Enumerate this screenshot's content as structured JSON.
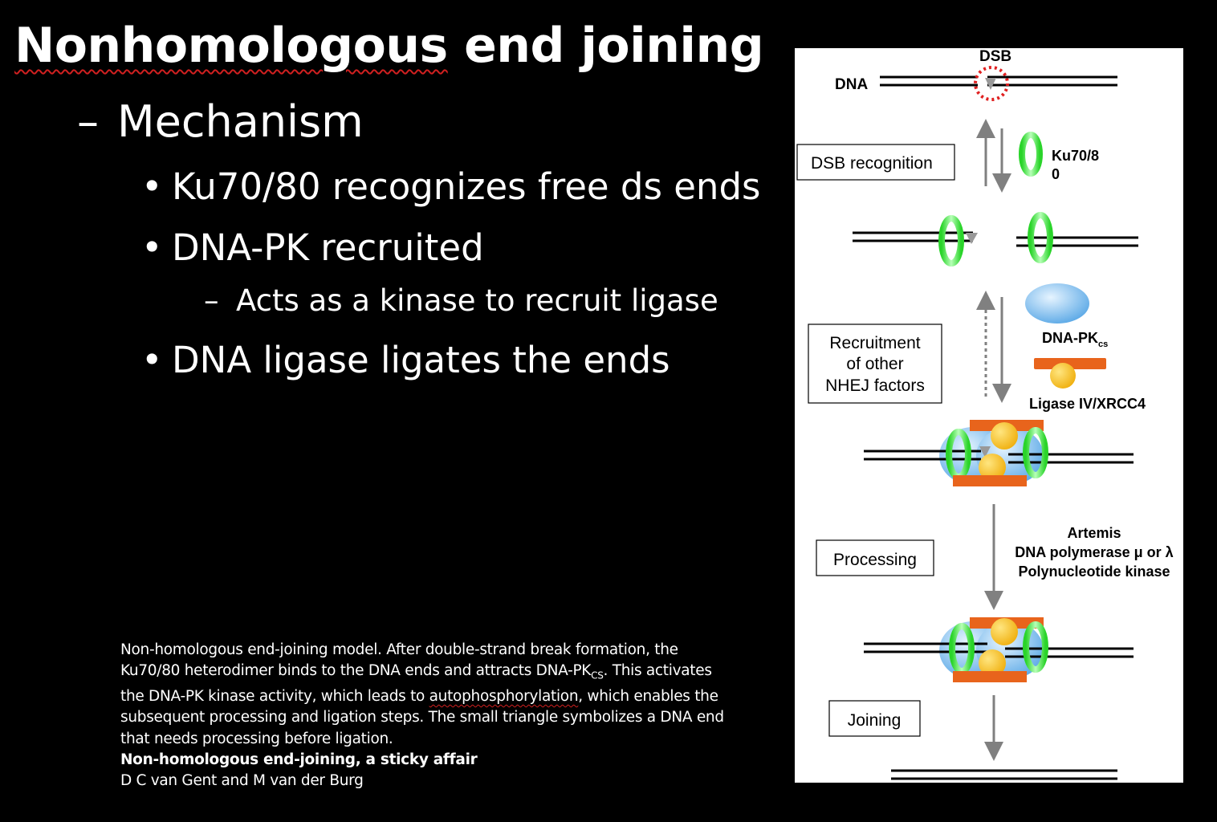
{
  "slide": {
    "title_part1": "Nonhomologous",
    "title_part2": " end joining",
    "mechanism": "Mechanism",
    "bullet1": "Ku70/80 recognizes free ds ends",
    "bullet2": "DNA-PK  recruited",
    "sub1": "Acts as a kinase to recruit ligase",
    "bullet3": "DNA ligase ligates the ends",
    "dash_glyph": "–",
    "bullet_glyph": "•"
  },
  "caption": {
    "line1": "Non-homologous end-joining model. After double-strand break formation, the",
    "line2a": "Ku70/80 heterodimer binds to the DNA ends and attracts DNA-PK",
    "line2_sub": "CS",
    "line2b": ". This activates",
    "line3a": "the DNA-PK kinase activity, which leads to ",
    "line3_word": "autophosphorylation",
    "line3b": ", which enables the",
    "line4": "subsequent processing and ligation steps. The small triangle symbolizes a DNA end",
    "line5": "that needs processing before ligation.",
    "source_title": "Non-homologous end-joining, a sticky affair",
    "authors": "D C van Gent and M van der Burg"
  },
  "figure": {
    "dsb_label": "DSB",
    "dna_label": "DNA",
    "step1": "DSB recognition",
    "ku_label_1": "Ku70/8",
    "ku_label_2": "0",
    "step2_line1": "Recruitment",
    "step2_line2": "of other",
    "step2_line3": "NHEJ factors",
    "dnapk_label": "DNA-PK",
    "dnapk_sub": "cs",
    "ligase_label": "Ligase IV/XRCC4",
    "step3": "Processing",
    "artemis": "Artemis",
    "polymerase": "DNA polymerase μ or λ",
    "pnk": "Polynucleotide kinase",
    "step4": "Joining"
  },
  "colors": {
    "background": "#000000",
    "text": "#ffffff",
    "ku_green": "#3ee03e",
    "dnapk_blue": "#7fbfef",
    "ligase_orange": "#e8641c",
    "ligase_yellow": "#f6c12a",
    "dsb_red": "#e02020",
    "arrow_gray": "#808080"
  }
}
